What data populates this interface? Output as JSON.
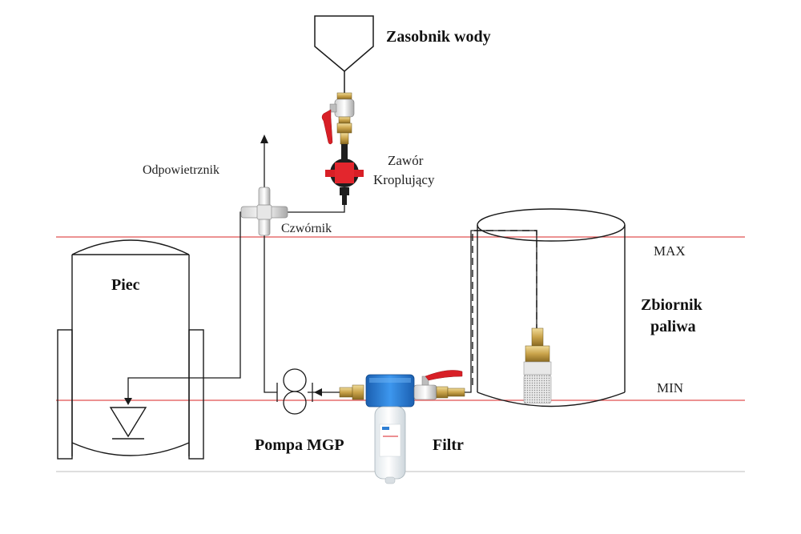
{
  "labels": {
    "water_tank": "Zasobnik wody",
    "drip_valve_line1": "Zawór",
    "drip_valve_line2": "Kroplujący",
    "vent": "Odpowietrznik",
    "cross_fitting": "Czwórnik",
    "max_level": "MAX",
    "min_level": "MIN",
    "furnace": "Piec",
    "fuel_tank_line1": "Zbiornik",
    "fuel_tank_line2": "paliwa",
    "pump": "Pompa MGP",
    "filter": "Filtr"
  },
  "colors": {
    "level_line": "#e05252",
    "valve_handle": "#d81f26",
    "brass": "#c9a34a",
    "filter_cap": "#2e7fd4",
    "line": "#1a1a1a"
  },
  "icons": [
    "ball-valve-icon",
    "drip-valve-icon",
    "cross-fitting-icon",
    "pump-symbol-icon",
    "check-valve-icon",
    "filter-icon",
    "strainer-icon",
    "hose-barb-icon"
  ]
}
